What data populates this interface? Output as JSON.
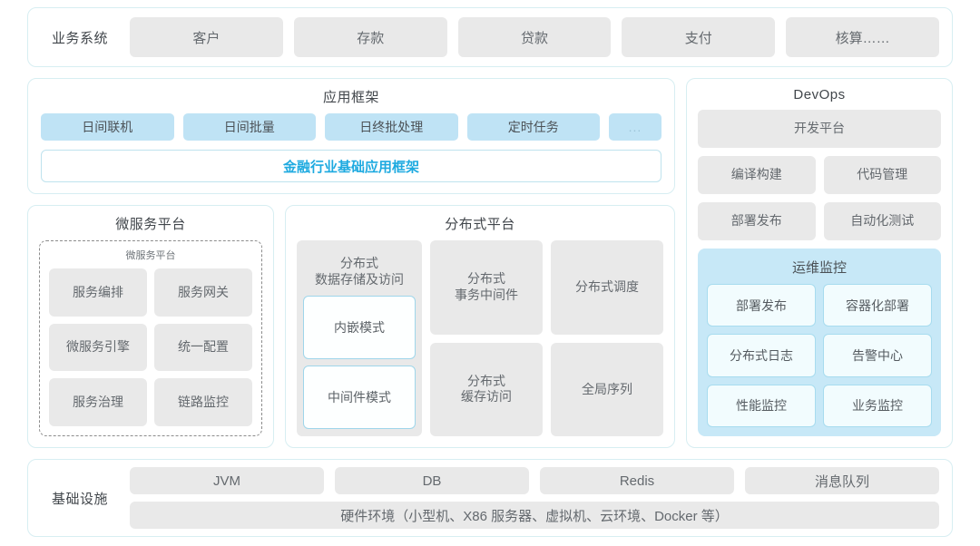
{
  "business_system": {
    "label": "业务系统",
    "items": [
      "客户",
      "存款",
      "贷款",
      "支付",
      "核算……"
    ]
  },
  "app_framework": {
    "title": "应用框架",
    "chips": [
      "日间联机",
      "日间批量",
      "日终批处理",
      "定时任务"
    ],
    "more": "...",
    "accent_bar": "金融行业基础应用框架",
    "accent_color": "#1eaae0"
  },
  "microservice_platform": {
    "title": "微服务平台",
    "inner_title": "微服务平台",
    "items": [
      "服务编排",
      "服务网关",
      "微服务引擎",
      "统一配置",
      "服务治理",
      "链路监控"
    ]
  },
  "distributed_platform": {
    "title": "分布式平台",
    "first_column": {
      "title_line1": "分布式",
      "title_line2": "数据存储及访问",
      "modes": [
        "内嵌模式",
        "中间件模式"
      ]
    },
    "column2": [
      {
        "line1": "分布式",
        "line2": "事务中间件"
      },
      {
        "line1": "分布式",
        "line2": "缓存访问"
      }
    ],
    "column3": [
      {
        "line1": "分布式调度",
        "line2": ""
      },
      {
        "line1": "全局序列",
        "line2": ""
      }
    ]
  },
  "devops": {
    "title": "DevOps",
    "platform": "开发平台",
    "row1": [
      "编译构建",
      "代码管理"
    ],
    "row2": [
      "部署发布",
      "自动化测试"
    ],
    "ops_monitor": {
      "title": "运维监控",
      "items": [
        "部署发布",
        "容器化部署",
        "分布式日志",
        "告警中心",
        "性能监控",
        "业务监控"
      ],
      "background": "#c7e8f7"
    }
  },
  "infrastructure": {
    "label": "基础设施",
    "items": [
      "JVM",
      "DB",
      "Redis",
      "消息队列"
    ],
    "hardware": "硬件环境（小型机、X86 服务器、虚拟机、云环境、Docker 等）"
  }
}
